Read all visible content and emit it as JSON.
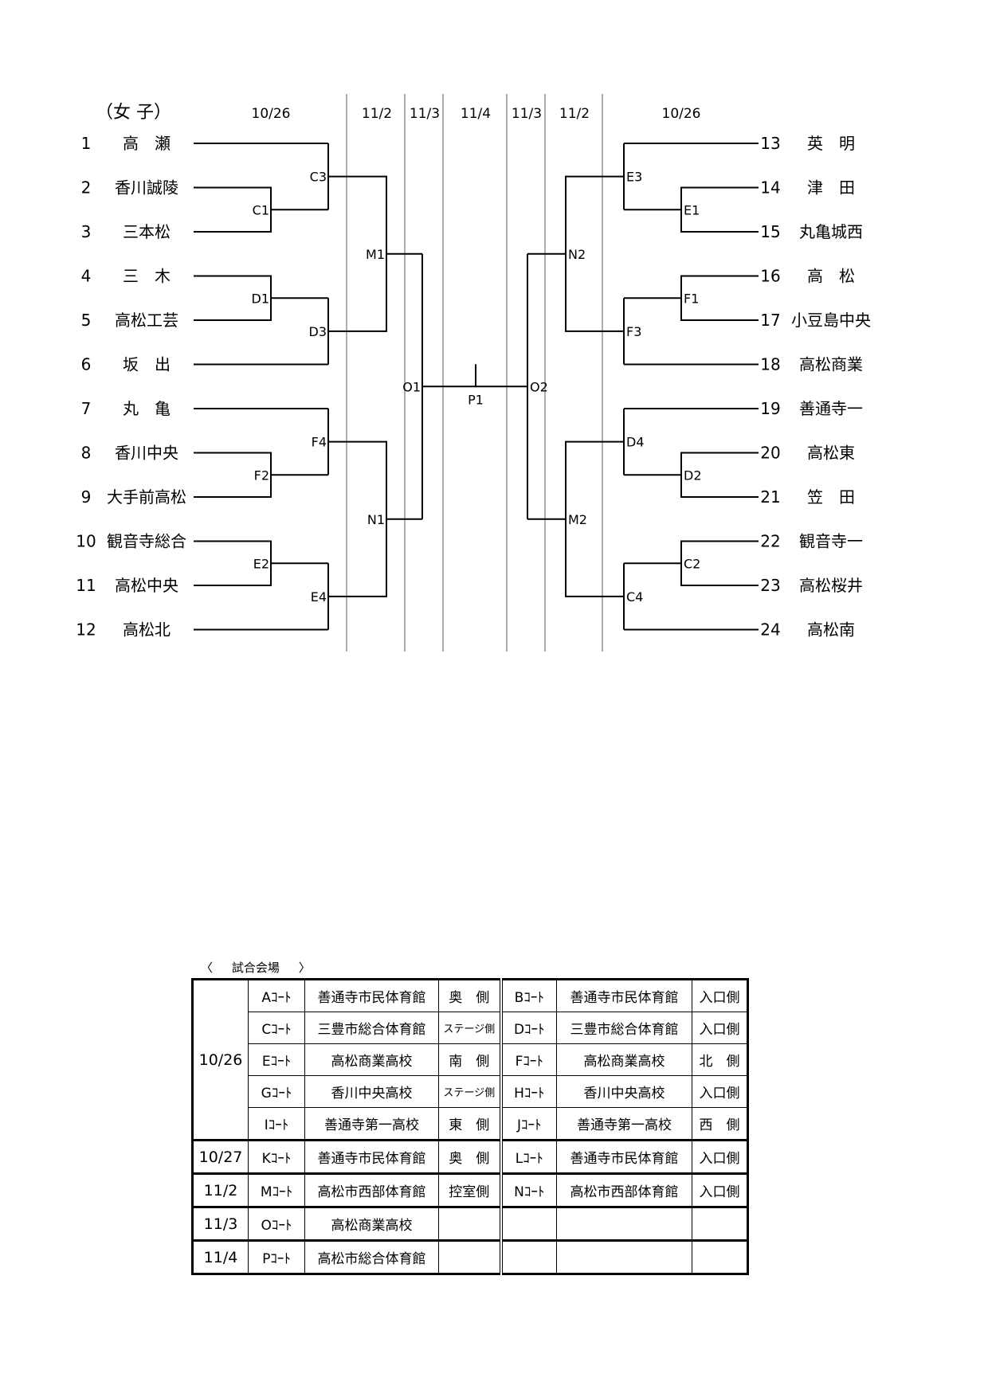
{
  "bracket": {
    "division": "（女 子）",
    "date_headers": {
      "left_first": "10/26",
      "left_second": "11/2",
      "left_third": "11/3",
      "final": "11/4",
      "right_third": "11/3",
      "right_second": "11/2",
      "right_first": "10/26"
    },
    "left_teams": [
      {
        "num": "1",
        "name": "高　瀬"
      },
      {
        "num": "2",
        "name": "香川誠陵"
      },
      {
        "num": "3",
        "name": "三本松"
      },
      {
        "num": "4",
        "name": "三　木"
      },
      {
        "num": "5",
        "name": "高松工芸"
      },
      {
        "num": "6",
        "name": "坂　出"
      },
      {
        "num": "7",
        "name": "丸　亀"
      },
      {
        "num": "8",
        "name": "香川中央"
      },
      {
        "num": "9",
        "name": "大手前高松"
      },
      {
        "num": "10",
        "name": "観音寺総合"
      },
      {
        "num": "11",
        "name": "高松中央"
      },
      {
        "num": "12",
        "name": "高松北"
      }
    ],
    "right_teams": [
      {
        "num": "13",
        "name": "英　明"
      },
      {
        "num": "14",
        "name": "津　田"
      },
      {
        "num": "15",
        "name": "丸亀城西"
      },
      {
        "num": "16",
        "name": "高　松"
      },
      {
        "num": "17",
        "name": "小豆島中央"
      },
      {
        "num": "18",
        "name": "高松商業"
      },
      {
        "num": "19",
        "name": "善通寺一"
      },
      {
        "num": "20",
        "name": "高松東"
      },
      {
        "num": "21",
        "name": "笠　田"
      },
      {
        "num": "22",
        "name": "観音寺一"
      },
      {
        "num": "23",
        "name": "高松桜井"
      },
      {
        "num": "24",
        "name": "高松南"
      }
    ],
    "match_labels": {
      "left_round1": [
        "C1",
        "D1",
        "F2",
        "E2"
      ],
      "left_round2": [
        "C3",
        "D3",
        "F4",
        "E4"
      ],
      "left_round3": [
        "M1",
        "N1"
      ],
      "left_semi": "O1",
      "final": "P1",
      "right_semi": "O2",
      "right_round3": [
        "N2",
        "M2"
      ],
      "right_round2": [
        "E3",
        "F3",
        "D4",
        "C4"
      ],
      "right_round1": [
        "E1",
        "F1",
        "D2",
        "C2"
      ]
    }
  },
  "venues": {
    "caption_open": "〈",
    "caption_text": "試合会場",
    "caption_close": "〉",
    "groups": [
      {
        "date": "10/26",
        "rows": [
          {
            "court_a": "Aｺｰﾄ",
            "venue_a": "善通寺市民体育館",
            "side_a": "奥　側",
            "court_b": "Bｺｰﾄ",
            "venue_b": "善通寺市民体育館",
            "side_b": "入口側"
          },
          {
            "court_a": "Cｺｰﾄ",
            "venue_a": "三豊市総合体育館",
            "side_a": "ステージ側",
            "court_b": "Dｺｰﾄ",
            "venue_b": "三豊市総合体育館",
            "side_b": "入口側"
          },
          {
            "court_a": "Eｺｰﾄ",
            "venue_a": "高松商業高校",
            "side_a": "南　側",
            "court_b": "Fｺｰﾄ",
            "venue_b": "高松商業高校",
            "side_b": "北　側"
          },
          {
            "court_a": "Gｺｰﾄ",
            "venue_a": "香川中央高校",
            "side_a": "ステージ側",
            "court_b": "Hｺｰﾄ",
            "venue_b": "香川中央高校",
            "side_b": "入口側"
          },
          {
            "court_a": "Iｺｰﾄ",
            "venue_a": "善通寺第一高校",
            "side_a": "東　側",
            "court_b": "Jｺｰﾄ",
            "venue_b": "善通寺第一高校",
            "side_b": "西　側"
          }
        ]
      },
      {
        "date": "10/27",
        "rows": [
          {
            "court_a": "Kｺｰﾄ",
            "venue_a": "善通寺市民体育館",
            "side_a": "奥　側",
            "court_b": "Lｺｰﾄ",
            "venue_b": "善通寺市民体育館",
            "side_b": "入口側"
          }
        ]
      },
      {
        "date": "11/2",
        "rows": [
          {
            "court_a": "Mｺｰﾄ",
            "venue_a": "高松市西部体育館",
            "side_a": "控室側",
            "court_b": "Nｺｰﾄ",
            "venue_b": "高松市西部体育館",
            "side_b": "入口側"
          }
        ]
      },
      {
        "date": "11/3",
        "rows": [
          {
            "court_a": "Oｺｰﾄ",
            "venue_a": "高松商業高校",
            "side_a": "",
            "court_b": "",
            "venue_b": "",
            "side_b": ""
          }
        ]
      },
      {
        "date": "11/4",
        "rows": [
          {
            "court_a": "Pｺｰﾄ",
            "venue_a": "高松市総合体育館",
            "side_a": "",
            "court_b": "",
            "venue_b": "",
            "side_b": ""
          }
        ]
      }
    ]
  }
}
